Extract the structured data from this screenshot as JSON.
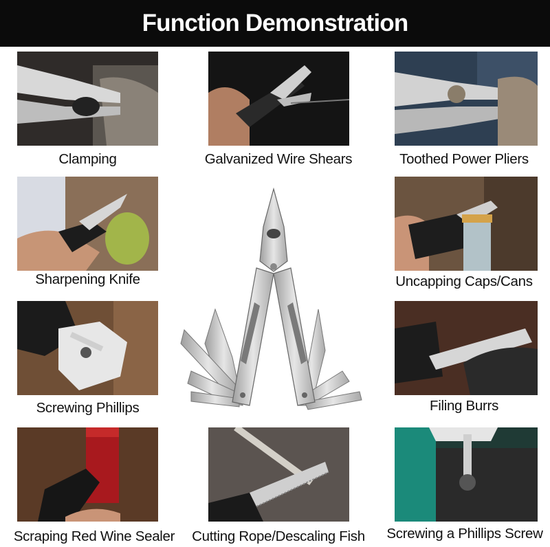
{
  "header": {
    "title": "Function Demonstration"
  },
  "functions": [
    {
      "label": "Clamping",
      "icon": "clamping-photo"
    },
    {
      "label": "Galvanized Wire Shears",
      "icon": "wire-shears-photo"
    },
    {
      "label": "Toothed Power Pliers",
      "icon": "power-pliers-photo"
    },
    {
      "label": "Sharpening Knife",
      "icon": "knife-photo"
    },
    {
      "label": "Uncapping Caps/Cans",
      "icon": "bottle-opener-photo"
    },
    {
      "label": "Screwing Phillips",
      "icon": "screwdriver-photo"
    },
    {
      "label": "Filing Burrs",
      "icon": "file-photo"
    },
    {
      "label": "Scraping Red Wine Sealer",
      "icon": "wine-foil-photo"
    },
    {
      "label": "Cutting Rope/Descaling Fish",
      "icon": "saw-photo"
    },
    {
      "label": "Screwing a Phillips Screw",
      "icon": "phillips-screw-photo"
    }
  ],
  "colors": {
    "header_bg": "#0b0b0b",
    "header_text": "#ffffff",
    "caption_text": "#111111",
    "steel": "#c9c9c9"
  }
}
